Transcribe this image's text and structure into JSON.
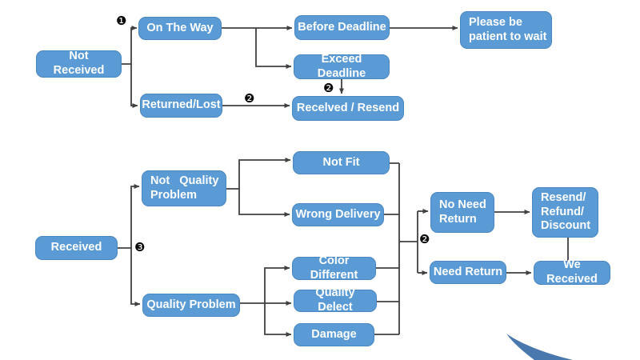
{
  "colors": {
    "node_fill": "#5b9bd5",
    "node_border": "#4a86c0",
    "node_text": "#ffffff",
    "line": "#404040",
    "swoosh": "#4878ae",
    "background": "#ffffff"
  },
  "markers": {
    "step1": "❶",
    "step2_returned": "❷",
    "step2_exceed": "❷",
    "step2_return": "❷",
    "step3": "❸"
  },
  "nodes": {
    "not_received": "Not   Received",
    "on_the_way": "On The Way",
    "returned_lost": "Returned/Lost",
    "before_deadline": "Before Deadline",
    "exceed_deadline": "Exceed Deadline",
    "please_wait": "Please be\npatient to wait",
    "received_resend": "Recelved / Resend",
    "received": "Received",
    "not_quality_problem": "Not   Quality\nProblem",
    "quality_problem": "Quality Problem",
    "not_fit": "Not Fit",
    "wrong_delivery": "Wrong Delivery",
    "color_different": "Color Different",
    "quality_delect": "Quality Delect",
    "damage": "Damage",
    "no_need_return": "No Need\nReturn",
    "resend_refund_discount": "Resend/\nRefund/\nDiscount",
    "need_return": "Need Return",
    "we_received": "We Received"
  }
}
